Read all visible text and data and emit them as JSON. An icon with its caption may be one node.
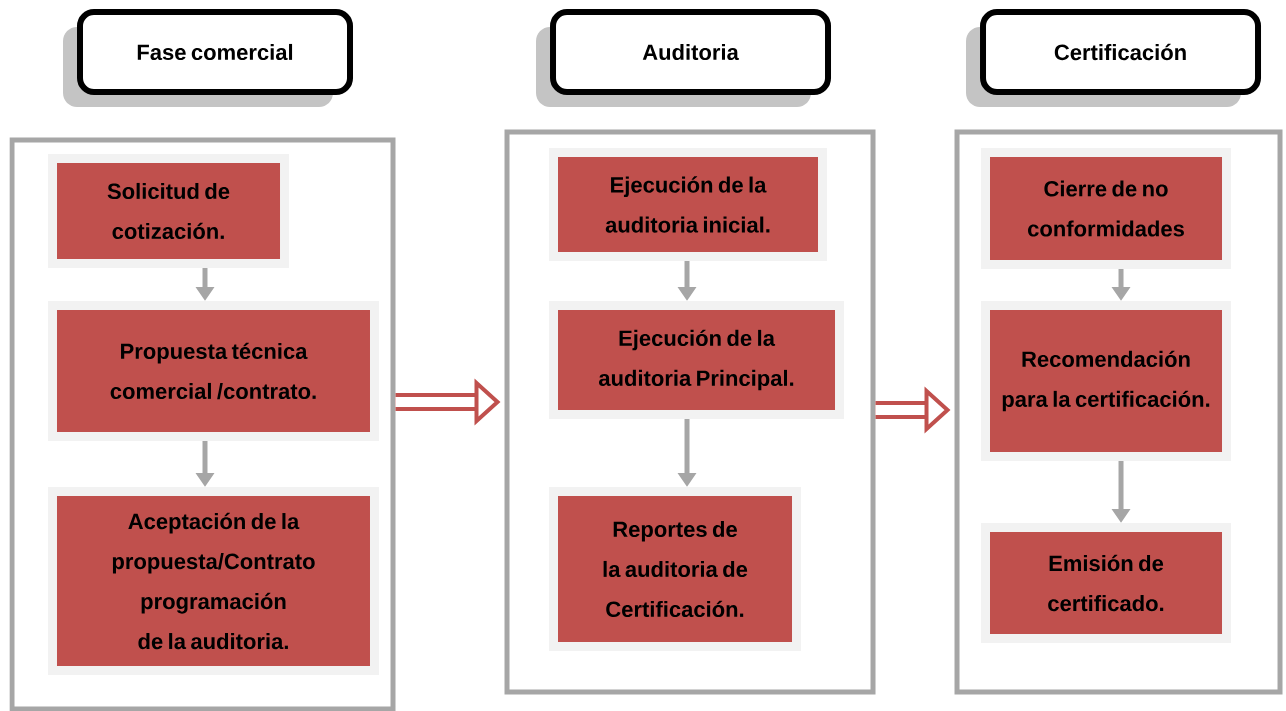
{
  "diagram": {
    "nodes": [
      {
        "text": [
          "Fase comercial"
        ]
      },
      {
        "text": [
          "Auditoria"
        ]
      },
      {
        "text": [
          "Certificación"
        ]
      },
      {
        "text": [],
        "shape": "box"
      },
      {
        "text": [
          "Solicitud de cotización."
        ],
        "in": 3
      },
      {
        "text": [
          "Propuesta técnica comercial /contrato."
        ],
        "in": 3
      },
      {
        "text": [
          "Aceptación de la propuesta/Contrato programación de la auditoria."
        ],
        "in": 3
      },
      {
        "text": [],
        "shape": "box"
      },
      {
        "text": [
          "Ejecución de la auditoria inicial."
        ],
        "in": 7
      },
      {
        "text": [
          "Ejecución de la auditoria Principal."
        ],
        "in": 7
      },
      {
        "text": [
          "Reportes de la auditoria de Certificación."
        ],
        "in": 7
      },
      {
        "text": [],
        "shape": "box"
      },
      {
        "text": [
          "Cierre de no conformidades"
        ],
        "in": 11
      },
      {
        "text": [
          "Recomendación para la certificación."
        ],
        "in": 11
      },
      {
        "text": [
          "Emisión de certificado."
        ],
        "in": 11
      }
    ],
    "edges": [
      {
        "from": 4,
        "to": 5,
        "arrow": "to"
      },
      {
        "from": 5,
        "to": 6,
        "arrow": "to"
      },
      {
        "from": 8,
        "to": 9,
        "arrow": "to"
      },
      {
        "from": 9,
        "to": 10,
        "arrow": "to"
      },
      {
        "from": 12,
        "to": 13,
        "arrow": "to"
      },
      {
        "from": 13,
        "to": 14,
        "arrow": "to"
      },
      {
        "from": 3,
        "to": 7,
        "arrow": "to",
        "style": "thick",
        "color": "#c0504d"
      },
      {
        "from": 7,
        "to": 11,
        "arrow": "to",
        "style": "thick",
        "color": "#c0504d"
      }
    ]
  }
}
